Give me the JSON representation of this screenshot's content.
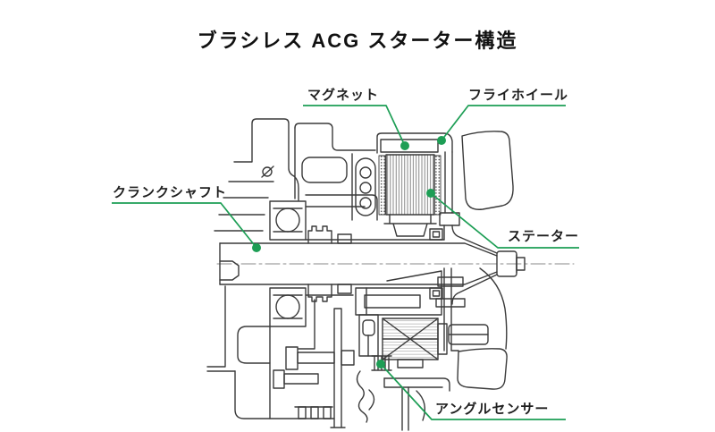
{
  "title": "ブラシレス ACG スターター構造",
  "colors": {
    "background": "#ffffff",
    "linework": "#3a3a3a",
    "accent_green": "#1d9e55",
    "title_text": "#111111",
    "label_text": "#1f1f1f"
  },
  "callouts": {
    "magnet": {
      "label": "マグネット"
    },
    "flywheel": {
      "label": "フライホイール"
    },
    "crankshaft": {
      "label": "クランクシャフト"
    },
    "stator": {
      "label": "ステーター"
    },
    "angle_sensor": {
      "label": "アングルセンサー"
    }
  }
}
